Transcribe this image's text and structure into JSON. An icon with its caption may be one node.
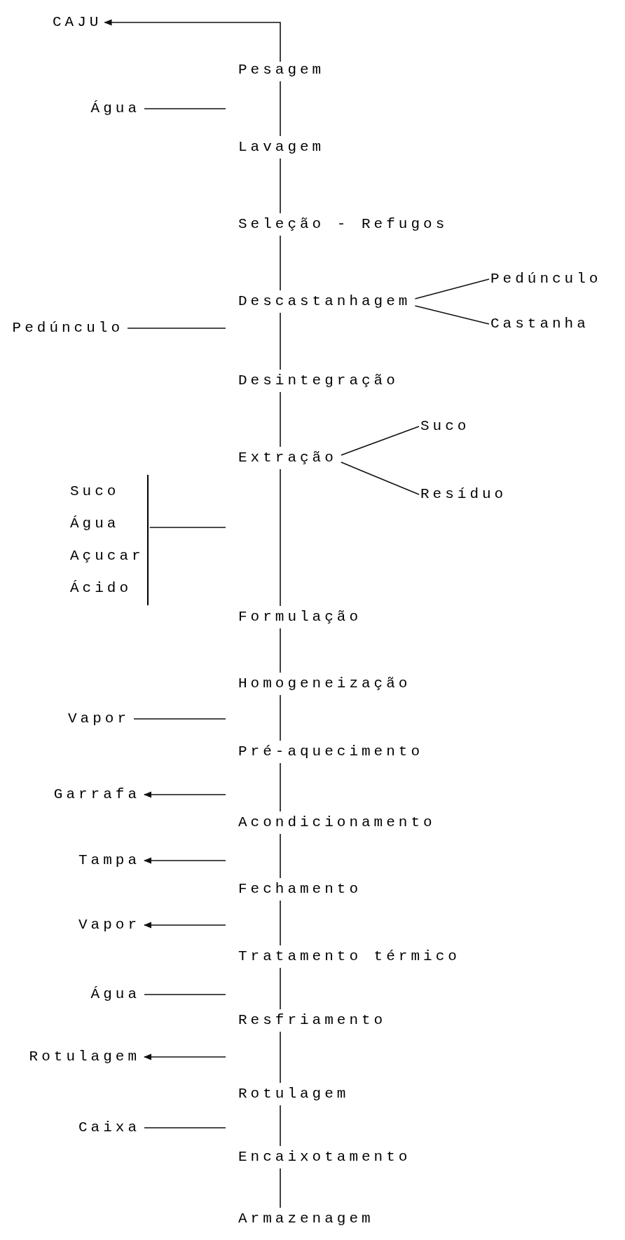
{
  "diagram": {
    "nodes": [
      {
        "text": [
          "CAJU"
        ]
      },
      {
        "text": [
          "Pesagem"
        ]
      },
      {
        "text": [
          "Água"
        ]
      },
      {
        "text": [
          "Lavagem"
        ]
      },
      {
        "text": [
          "Seleção - Refugos"
        ]
      },
      {
        "text": [
          "Descastanhagem"
        ]
      },
      {
        "text": [
          "Pedúnculo"
        ]
      },
      {
        "text": [
          "Castanha"
        ]
      },
      {
        "text": [
          "Pedúnculo"
        ]
      },
      {
        "text": [
          "Desintegração"
        ]
      },
      {
        "text": [
          "Extração"
        ]
      },
      {
        "text": [
          "Suco"
        ]
      },
      {
        "text": [
          "Resíduo"
        ]
      },
      {
        "text": [
          "Suco",
          "Água",
          "Açucar",
          "Ácido"
        ]
      },
      {
        "text": [
          "Formulação"
        ]
      },
      {
        "text": [
          "Homogeneização"
        ]
      },
      {
        "text": [
          "Vapor"
        ]
      },
      {
        "text": [
          "Pré-aquecimento"
        ]
      },
      {
        "text": [
          "Garrafa"
        ]
      },
      {
        "text": [
          "Acondicionamento"
        ]
      },
      {
        "text": [
          "Tampa"
        ]
      },
      {
        "text": [
          "Fechamento"
        ]
      },
      {
        "text": [
          "Vapor"
        ]
      },
      {
        "text": [
          "Tratamento térmico"
        ]
      },
      {
        "text": [
          "Água"
        ]
      },
      {
        "text": [
          "Resfriamento"
        ]
      },
      {
        "text": [
          "Rotulagem"
        ]
      },
      {
        "text": [
          "Rotulagem"
        ]
      },
      {
        "text": [
          "Caixa"
        ]
      },
      {
        "text": [
          "Encaixotamento"
        ]
      },
      {
        "text": [
          "Armazenagem"
        ]
      }
    ],
    "edges": [
      {
        "from": 1,
        "to": 0,
        "arrow": "to"
      },
      {
        "from": 1,
        "to": 3,
        "arrow": "none"
      },
      {
        "from": null,
        "to": 2,
        "arrow": "none"
      },
      {
        "from": 3,
        "to": 4,
        "arrow": "none"
      },
      {
        "from": 4,
        "to": 5,
        "arrow": "none"
      },
      {
        "from": 5,
        "to": 6,
        "arrow": "none"
      },
      {
        "from": 5,
        "to": 7,
        "arrow": "none"
      },
      {
        "from": 8,
        "to": 5,
        "arrow": "none"
      },
      {
        "from": 5,
        "to": 9,
        "arrow": "none"
      },
      {
        "from": 9,
        "to": 10,
        "arrow": "none"
      },
      {
        "from": 10,
        "to": 11,
        "arrow": "none"
      },
      {
        "from": 10,
        "to": 12,
        "arrow": "none"
      },
      {
        "from": 13,
        "to": null,
        "arrow": "none"
      },
      {
        "from": 10,
        "to": 14,
        "arrow": "none"
      },
      {
        "from": 14,
        "to": 15,
        "arrow": "none"
      },
      {
        "from": null,
        "to": 16,
        "arrow": "none"
      },
      {
        "from": 15,
        "to": 17,
        "arrow": "none"
      },
      {
        "from": 19,
        "to": 18,
        "arrow": "to"
      },
      {
        "from": 17,
        "to": 19,
        "arrow": "none"
      },
      {
        "from": 21,
        "to": 20,
        "arrow": "to"
      },
      {
        "from": 19,
        "to": 21,
        "arrow": "none"
      },
      {
        "from": null,
        "to": 22,
        "arrow": "to"
      },
      {
        "from": 21,
        "to": 23,
        "arrow": "none"
      },
      {
        "from": 24,
        "to": 25,
        "arrow": "none"
      },
      {
        "from": 23,
        "to": 25,
        "arrow": "none"
      },
      {
        "from": null,
        "to": 26,
        "arrow": "to"
      },
      {
        "from": 25,
        "to": 27,
        "arrow": "none"
      },
      {
        "from": 28,
        "to": 29,
        "arrow": "none"
      },
      {
        "from": 27,
        "to": 29,
        "arrow": "none"
      },
      {
        "from": 29,
        "to": 30,
        "arrow": "none"
      }
    ]
  }
}
